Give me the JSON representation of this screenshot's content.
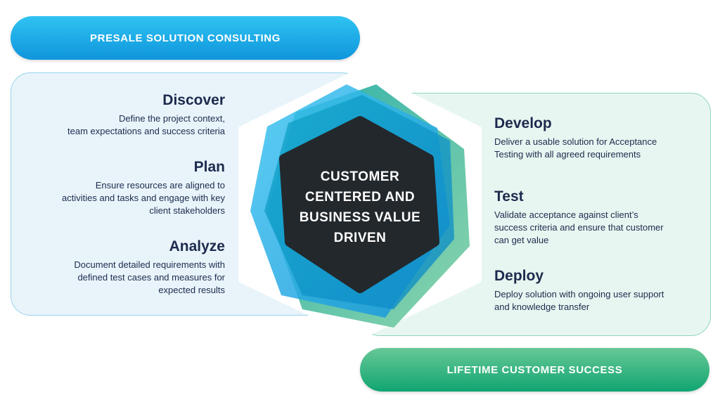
{
  "banners": {
    "top": "PRESALE SOLUTION CONSULTING",
    "bottom": "LIFETIME CUSTOMER SUCCESS"
  },
  "left_steps": [
    {
      "title": "Discover",
      "desc": [
        "Define the project context,",
        "team expectations and success criteria"
      ]
    },
    {
      "title": "Plan",
      "desc": [
        "Ensure resources are aligned to",
        "activities and tasks and engage with key",
        "client stakeholders"
      ]
    },
    {
      "title": "Analyze",
      "desc": [
        "Document detailed requirements with",
        "defined test cases and measures for",
        "expected results"
      ]
    }
  ],
  "right_steps": [
    {
      "title": "Develop",
      "desc": [
        "Deliver a usable solution for Acceptance",
        "Testing with all agreed requirements"
      ]
    },
    {
      "title": "Test",
      "desc": [
        "Validate acceptance against client’s",
        "success criteria and ensure that customer",
        "can get value"
      ]
    },
    {
      "title": "Deploy",
      "desc": [
        "Deploy solution with ongoing user support",
        "and knowledge transfer"
      ]
    }
  ],
  "center": {
    "lines": [
      "CUSTOMER",
      "CENTERED AND",
      "BUSINESS VALUE",
      "DRIVEN"
    ]
  },
  "colors": {
    "blue": "#1aa6e4",
    "green": "#18a87a",
    "teal": "#0fa9a3",
    "dark_hex": "#23282c"
  }
}
